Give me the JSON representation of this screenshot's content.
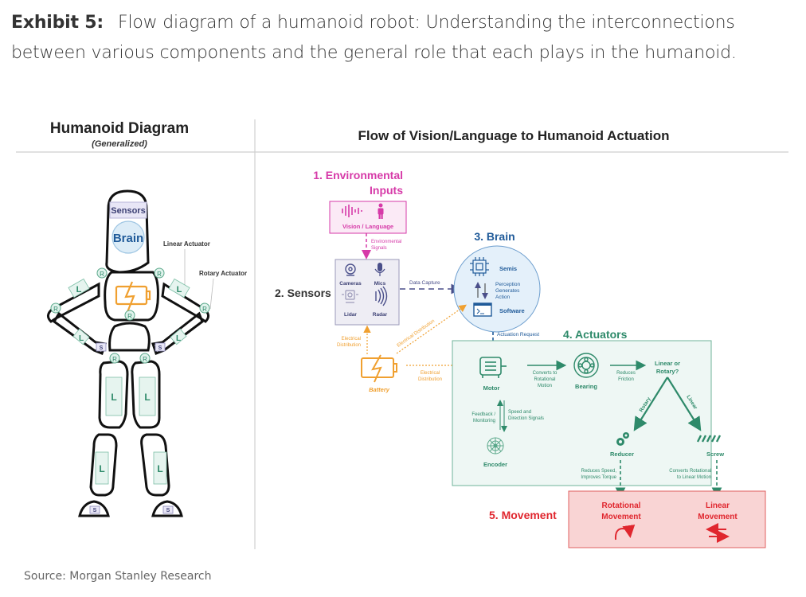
{
  "caption": {
    "label": "Exhibit 5:",
    "text": "Flow diagram of a humanoid robot: Understanding the interconnections between various components and the general role that each plays in the humanoid."
  },
  "left_panel": {
    "title": "Humanoid Diagram",
    "subtitle": "(Generalized)",
    "sensors_label": "Sensors",
    "brain_label": "Brain",
    "linear_actuator_label": "Linear Actuator",
    "rotary_actuator_label": "Rotary Actuator",
    "rotary_marker": "R",
    "linear_marker": "L",
    "sensor_marker": "S"
  },
  "right_panel": {
    "title": "Flow of Vision/Language to Humanoid Actuation",
    "env": {
      "title_line1": "1. Environmental",
      "title_line2": "Inputs",
      "box_label": "Vision / Language",
      "signal_line1": "Environmental",
      "signal_line2": "Signals"
    },
    "sensors": {
      "title": "2. Sensors",
      "items": [
        "Cameras",
        "Mics",
        "Lidar",
        "Radar"
      ],
      "data_capture": "Data Capture"
    },
    "brain": {
      "title": "3. Brain",
      "semis": "Semis",
      "software": "Software",
      "perception_line1": "Perception",
      "perception_line2": "Generates",
      "perception_line3": "Action",
      "actuation_request": "Actuation Request"
    },
    "battery": {
      "label": "Battery",
      "dist_line1": "Electrical",
      "dist_line2": "Distribution",
      "dist_diag": "Electrical Distribution"
    },
    "actuators": {
      "title": "4. Actuators",
      "motor": "Motor",
      "converts_line1": "Converts to",
      "converts_line2": "Rotational",
      "converts_line3": "Motion",
      "bearing": "Bearing",
      "reduces_line1": "Reduces",
      "reduces_line2": "Friction",
      "choice_line1": "Linear or",
      "choice_line2": "Rotary?",
      "rotary_branch": "Rotary",
      "linear_branch": "Linear",
      "feedback_line1": "Feedback /",
      "feedback_line2": "Monitoring",
      "speed_line1": "Speed and",
      "speed_line2": "Direction Signals",
      "encoder": "Encoder",
      "reducer": "Reducer",
      "screw": "Screw",
      "reducer_note_line1": "Reduces Speed,",
      "reducer_note_line2": "Improves Torque",
      "screw_note_line1": "Converts Rotational",
      "screw_note_line2": "to Linear Motion"
    },
    "movement": {
      "title": "5. Movement",
      "rot_line1": "Rotational",
      "rot_line2": "Movement",
      "lin_line1": "Linear",
      "lin_line2": "Movement"
    }
  },
  "source": "Source: Morgan Stanley Research",
  "colors": {
    "magenta": "#d63aa8",
    "navy": "#3b3f73",
    "blue": "#1f5a99",
    "green": "#2e8a6a",
    "orange": "#f0a030",
    "red": "#e0262e"
  }
}
